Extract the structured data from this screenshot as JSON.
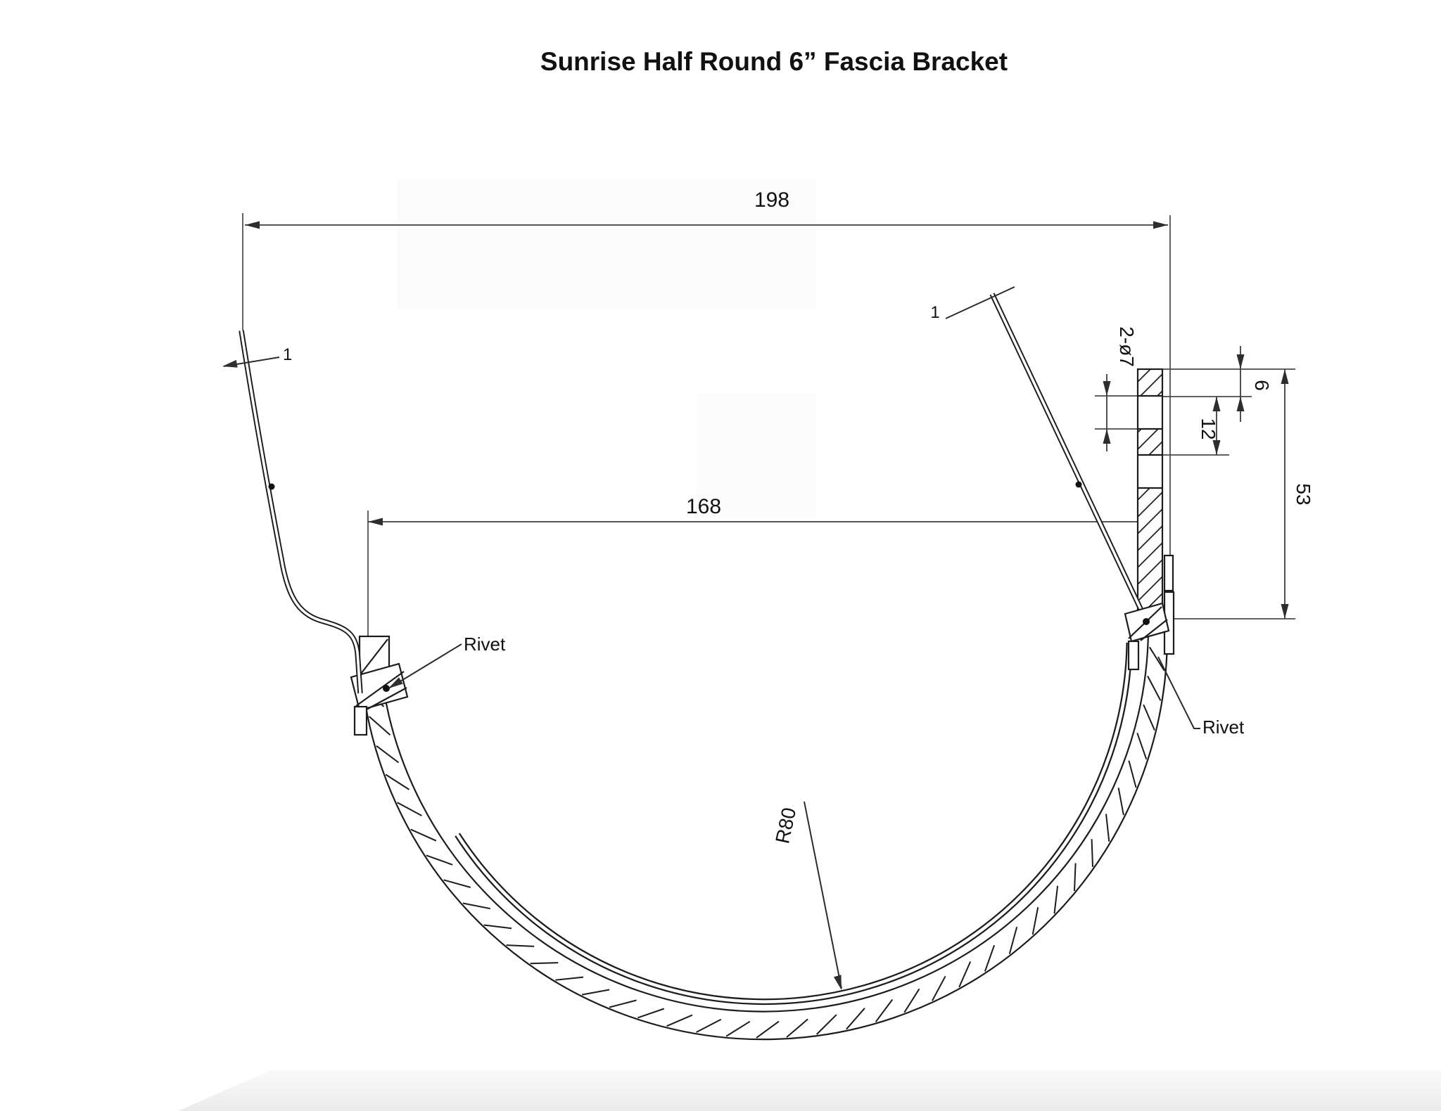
{
  "title": "Sunrise Half Round 6” Fascia Bracket",
  "dimensions": {
    "overall_width": "198",
    "opening_width": "168",
    "plate_height": "53",
    "hole_pitch": "12",
    "hole_edge_offset": "6",
    "holes_callout": "2-ø7",
    "gutter_radius": "R80"
  },
  "labels": {
    "rivet_left": "Rivet",
    "rivet_right": "Rivet",
    "detail_left": "1",
    "detail_right": "1"
  },
  "colors": {
    "background": "#ffffff",
    "part_line": "#1c1c1c",
    "dimension_line": "#3d3d3d",
    "text": "#111111"
  }
}
